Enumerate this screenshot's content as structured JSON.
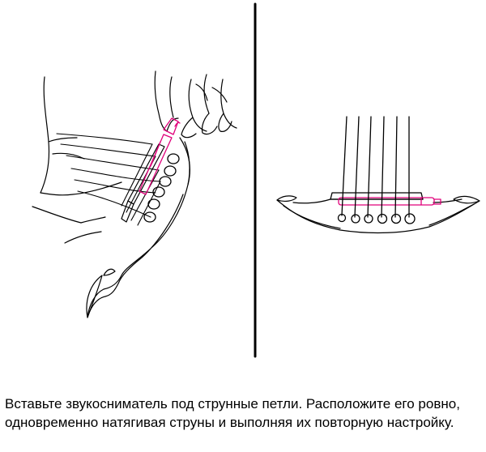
{
  "instruction": {
    "text": "Вставьте звукосниматель под струнные петли. Расположите его ровно, одновременно натягивая струны и выполняя их повторную настройку."
  },
  "illustration": {
    "left_panel": "hand-inserting-pickup",
    "right_panel": "bridge-front-view",
    "pickup_color": "#e0007a",
    "line_color": "#000000"
  }
}
